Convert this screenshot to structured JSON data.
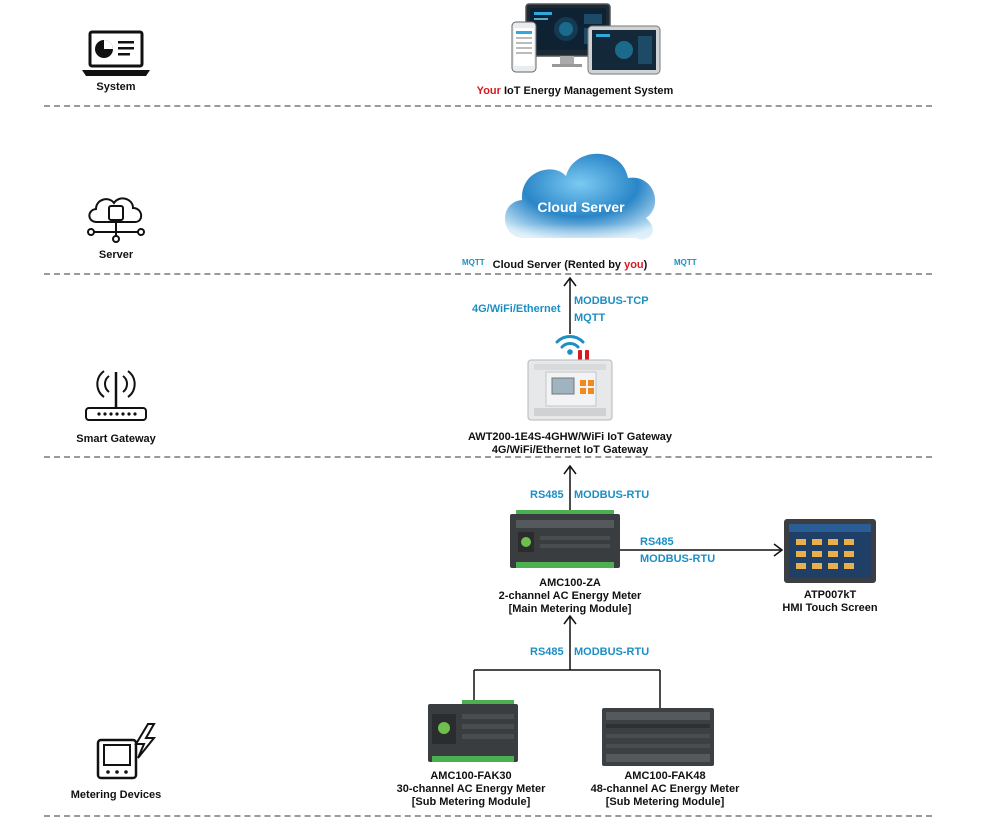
{
  "tiers": {
    "system": "System",
    "server": "Server",
    "gateway": "Smart Gateway",
    "metering": "Metering Devices"
  },
  "system_title": {
    "accent": "Your",
    "rest": " IoT Energy Management System"
  },
  "cloud": {
    "label": "Cloud Server",
    "caption_pre": "Cloud Server (Rented by ",
    "caption_accent": "you",
    "caption_post": ")",
    "mqtt_left": "MQTT",
    "mqtt_right": "MQTT"
  },
  "uplink": {
    "left": "4G/WiFi/Ethernet",
    "right_1": "MODBUS-TCP",
    "right_2": "MQTT"
  },
  "gateway": {
    "line1": "AWT200-1E4S-4GHW/WiFi IoT Gateway",
    "line2": "4G/WiFi/Ethernet IoT Gateway"
  },
  "link_gateway_meter": {
    "left": "RS485",
    "right": "MODBUS-RTU"
  },
  "main_meter": {
    "line1": "AMC100-ZA",
    "line2": "2-channel AC Energy Meter",
    "line3": "[Main Metering Module]"
  },
  "hmi_link": {
    "line1": "RS485",
    "line2": "MODBUS-RTU"
  },
  "hmi": {
    "line1": "ATP007kT",
    "line2": "HMI Touch Screen"
  },
  "link_sub_meter": {
    "left": "RS485",
    "right": "MODBUS-RTU"
  },
  "sub_meter_1": {
    "line1": "AMC100-FAK30",
    "line2": "30-channel AC Energy Meter",
    "line3": "[Sub Metering Module]"
  },
  "sub_meter_2": {
    "line1": "AMC100-FAK48",
    "line2": "48-channel AC Energy Meter",
    "line3": "[Sub Metering Module]"
  },
  "colors": {
    "accent_red": "#d71920",
    "protocol_blue": "#1b8fc4",
    "cloud_blue": "#2a86c8",
    "divider": "#9a9a9a"
  }
}
